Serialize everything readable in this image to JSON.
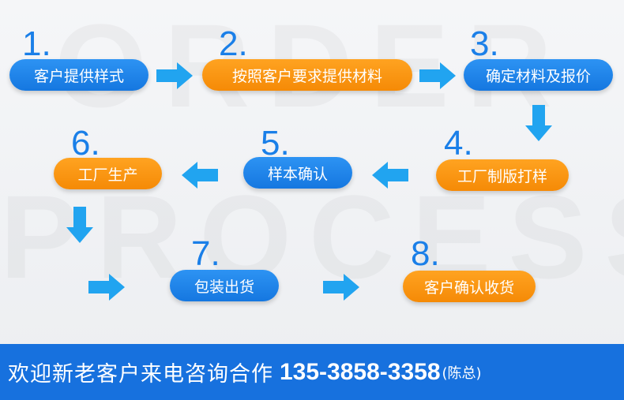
{
  "watermark": {
    "line1": "ORDER",
    "line2": "PROCESS"
  },
  "steps": [
    {
      "number": "1.",
      "label": "客户提供样式"
    },
    {
      "number": "2.",
      "label": "按照客户要求提供材料"
    },
    {
      "number": "3.",
      "label": "确定材料及报价"
    },
    {
      "number": "4.",
      "label": "工厂制版打样"
    },
    {
      "number": "5.",
      "label": "样本确认"
    },
    {
      "number": "6.",
      "label": "工厂生产"
    },
    {
      "number": "7.",
      "label": "包装出货"
    },
    {
      "number": "8.",
      "label": "客户确认收货"
    }
  ],
  "footer": {
    "text": "欢迎新老客户来电咨询合作",
    "phone": "135-3858-3358",
    "contact": "(陈总)"
  },
  "colors": {
    "blue": "#1a7fe8",
    "orange": "#f58a06",
    "arrow": "#21a4f0",
    "footer_bg": "#1771de"
  }
}
